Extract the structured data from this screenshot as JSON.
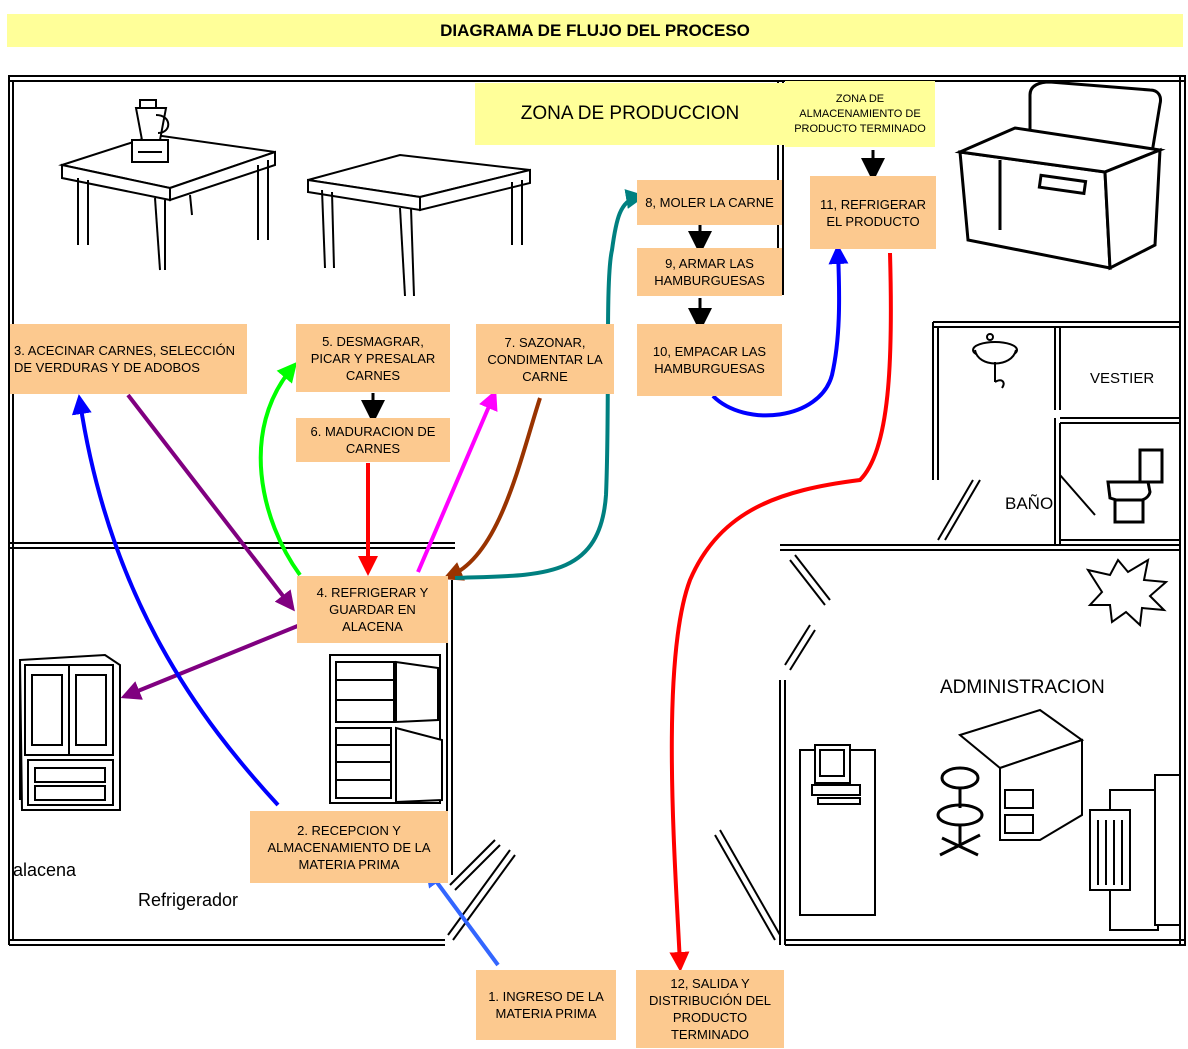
{
  "title": "DIAGRAMA DE FLUJO DEL PROCESO",
  "zones": {
    "produccion": "ZONA DE PRODUCCION",
    "almacenamiento": "ZONA DE\nALMACENAMIENTO DE\nPRODUCTO TERMINADO"
  },
  "steps": {
    "s1": "1. INGRESO DE LA\nMATERIA PRIMA",
    "s2": "2. RECEPCION Y\nALMACENAMIENTO DE LA\nMATERIA PRIMA",
    "s3": "3. ACECINAR CARNES, SELECCIÓN\nDE VERDURAS Y DE ADOBOS",
    "s4": "4. REFRIGERAR Y\nGUARDAR EN\nALACENA",
    "s5": "5. DESMAGRAR,\nPICAR Y PRESALAR\nCARNES",
    "s6": "6. MADURACION DE\nCARNES",
    "s7": "7. SAZONAR,\nCONDIMENTAR  LA\nCARNE",
    "s8": "8, MOLER LA CARNE",
    "s9": "9, ARMAR LAS\nHAMBURGUESAS",
    "s10": "10, EMPACAR LAS\nHAMBURGUESAS",
    "s11": "11, REFRIGERAR\nEL PRODUCTO",
    "s12": "12,  SALIDA Y\nDISTRIBUCIÓN DEL\nPRODUCTO\nTERMINADO"
  },
  "labels": {
    "vestier": "VESTIER",
    "bano": "BAÑO",
    "administracion": "ADMINISTRACION",
    "alacena": "alacena",
    "refrigerador": "Refrigerador"
  },
  "icons": [
    "blender-icon",
    "table-icon",
    "chest-freezer-icon",
    "sink-icon",
    "toilet-icon",
    "cupboard-icon",
    "refrigerator-icon",
    "computer-icon",
    "desk-icon",
    "chair-icon",
    "file-cabinet-icon",
    "burst-icon"
  ],
  "colors": {
    "box_fill": "#fcc98f",
    "zone_fill": "#ffff99",
    "arrow_purple": "#800080",
    "arrow_blue": "#0000ff",
    "arrow_green": "#00ff00",
    "arrow_magenta": "#ff00ff",
    "arrow_brown": "#993300",
    "arrow_teal": "#008080",
    "arrow_red": "#ff0000",
    "arrow_lightblue": "#3366ff"
  }
}
